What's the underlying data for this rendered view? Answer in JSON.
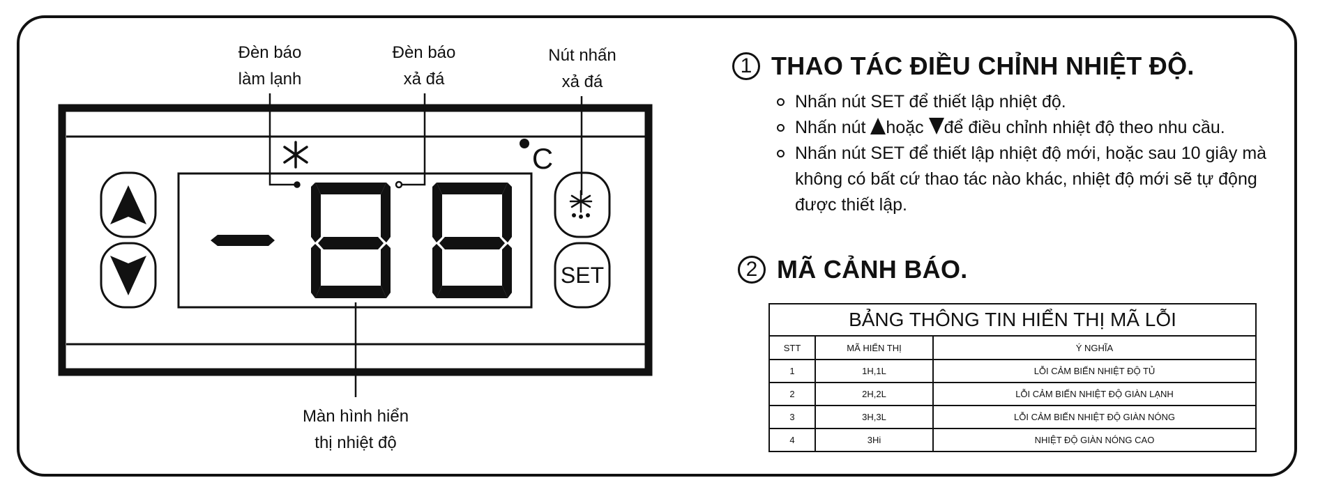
{
  "diagram": {
    "labels": {
      "cooling_light": [
        "Đèn báo",
        "làm lạnh"
      ],
      "defrost_light": [
        "Đèn báo",
        "xả đá"
      ],
      "defrost_button": [
        "Nút nhấn",
        "xả đá"
      ],
      "display_screen": [
        "Màn hình hiển",
        "thị nhiệt độ"
      ]
    },
    "display": {
      "digits": "-88",
      "unit": "C"
    },
    "buttons": {
      "set_label": "SET"
    }
  },
  "section1": {
    "number": "1",
    "title": "THAO TÁC ĐIỀU CHỈNH NHIỆT ĐỘ.",
    "step1": "Nhấn nút SET để thiết lập nhiệt độ.",
    "step2_pre": "Nhấn nút",
    "step2_mid": "hoặc",
    "step2_post": "để điều chỉnh nhiệt độ theo nhu cầu.",
    "step3": "Nhấn nút SET để thiết lập nhiệt độ mới, hoặc sau 10 giây mà không có bất cứ thao tác nào khác, nhiệt độ mới sẽ tự động được thiết lập."
  },
  "section2": {
    "number": "2",
    "title": "MÃ CẢNH BÁO.",
    "table": {
      "caption": "BẢNG THÔNG TIN HIỂN THỊ MÃ LỖI",
      "headers": [
        "STT",
        "MÃ HIỂN THỊ",
        "Ý NGHĨA"
      ],
      "rows": [
        [
          "1",
          "1H,1L",
          "LỖI CẢM BIẾN NHIỆT ĐỘ TỦ"
        ],
        [
          "2",
          "2H,2L",
          "LỖI CẢM BIẾN NHIỆT ĐỘ GIÀN LẠNH"
        ],
        [
          "3",
          "3H,3L",
          "LỖI CẢM BIẾN NHIỆT ĐỘ GIÀN NÓNG"
        ],
        [
          "4",
          "3Hi",
          "NHIỆT ĐỘ GIÀN NÓNG CAO"
        ]
      ]
    }
  },
  "colors": {
    "ink": "#111111",
    "background": "#ffffff"
  },
  "icons": [
    "snowflake-icon",
    "degree-dot-icon",
    "arrow-up-icon",
    "arrow-down-icon",
    "defrost-icon"
  ]
}
